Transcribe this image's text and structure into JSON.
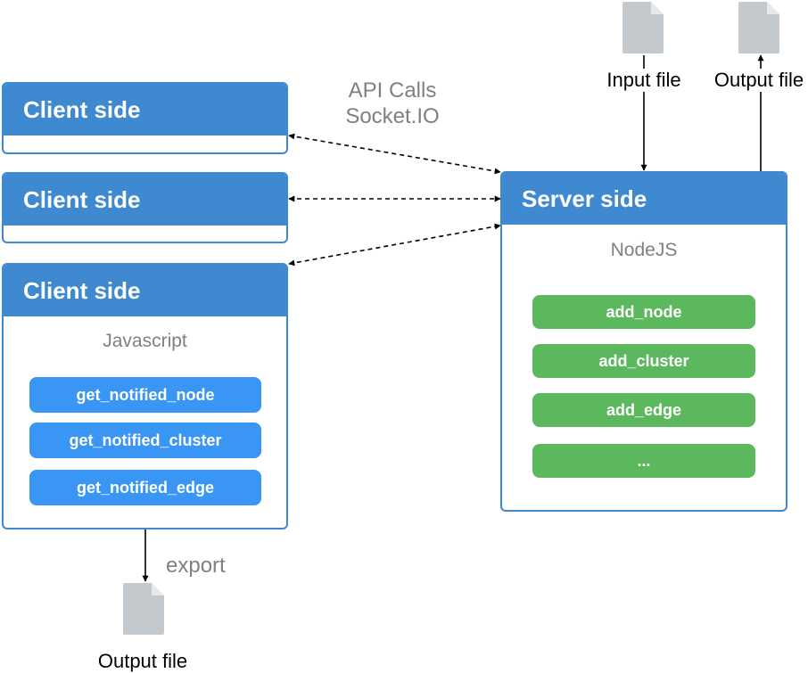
{
  "client_panels": [
    {
      "title": "Client side"
    },
    {
      "title": "Client side"
    },
    {
      "title": "Client side",
      "subtitle": "Javascript",
      "functions": [
        "get_notified_node",
        "get_notified_cluster",
        "get_notified_edge"
      ]
    }
  ],
  "server_panel": {
    "title": "Server side",
    "subtitle": "NodeJS",
    "functions": [
      "add_node",
      "add_cluster",
      "add_edge",
      "..."
    ]
  },
  "connection_label": {
    "line1": "API Calls",
    "line2": "Socket.IO"
  },
  "files": {
    "server_input": {
      "label": "Input file",
      "icon": "document-icon"
    },
    "server_output": {
      "label": "Output file",
      "icon": "document-icon"
    },
    "client_output": {
      "label": "Output file",
      "icon": "document-icon"
    }
  },
  "export_label": "export",
  "colors": {
    "panel_header": "#3e89cf",
    "client_function": "#3a96f5",
    "server_function": "#5cb85c",
    "document": "#c3c9cc"
  }
}
